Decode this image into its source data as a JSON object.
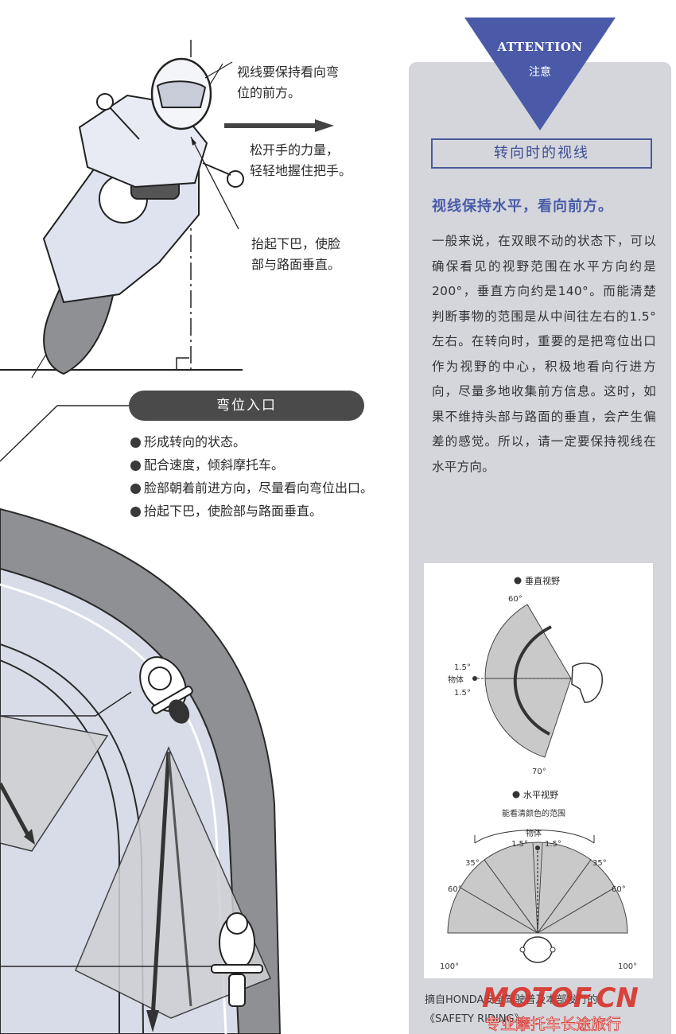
{
  "callouts": {
    "gaze": "视线要保持看向弯\n位的前方。",
    "hands": "松开手的力量，\n轻轻地握住把手。",
    "chin": "抬起下巴，使脸\n部与路面垂直。"
  },
  "corner_entry": {
    "title": "弯位入口",
    "items": [
      "形成转向的状态。",
      "配合速度，倾斜摩托车。",
      "脸部朝着前进方向，尽量看向弯位出口。",
      "抬起下巴，使脸部与路面垂直。"
    ]
  },
  "attention": {
    "label_en": "ATTENTION",
    "label_zh": "注意",
    "box_title": "转向时的视线",
    "headline": "视线保持水平，看向前方。",
    "body": "一般来说，在双眼不动的状态下，可以确保看见的视野范围在水平方向约是200°，垂直方向约是140°。而能清楚判断事物的范围是从中间往左右的1.5°左右。在转向时，重要的是把弯位出口作为视野的中心，积极地看向行进方向，尽量多地收集前方信息。这时，如果不维持头部与路面的垂直，会产生偏差的感觉。所以，请一定要保持视线在水平方向。"
  },
  "figure": {
    "vertical": {
      "title": "垂直视野",
      "top_angle": "60°",
      "bottom_angle": "70°",
      "center_up": "1.5°",
      "center_down": "1.5°",
      "object": "物体"
    },
    "horizontal": {
      "title": "水平视野",
      "subtitle": "能看清颜色的范围",
      "object": "物体",
      "center_left": "1.5°",
      "center_right": "1.5°",
      "a35_left": "35°",
      "a35_right": "35°",
      "a60_left": "60°",
      "a60_right": "60°",
      "a100_left": "100°",
      "a100_right": "100°"
    }
  },
  "source": "摘自HONDA安全驾驶普及本部发行的\n《SAFETY RIDING》",
  "watermark": {
    "brand": "MOTOF.CN",
    "slogan": "专业摩托车长途旅行"
  },
  "colors": {
    "road": "#8f9094",
    "lane": "#d8dbe8",
    "panel": "#d4d6dc",
    "accent": "#4a5aa8",
    "watermark": "#d8322a"
  }
}
